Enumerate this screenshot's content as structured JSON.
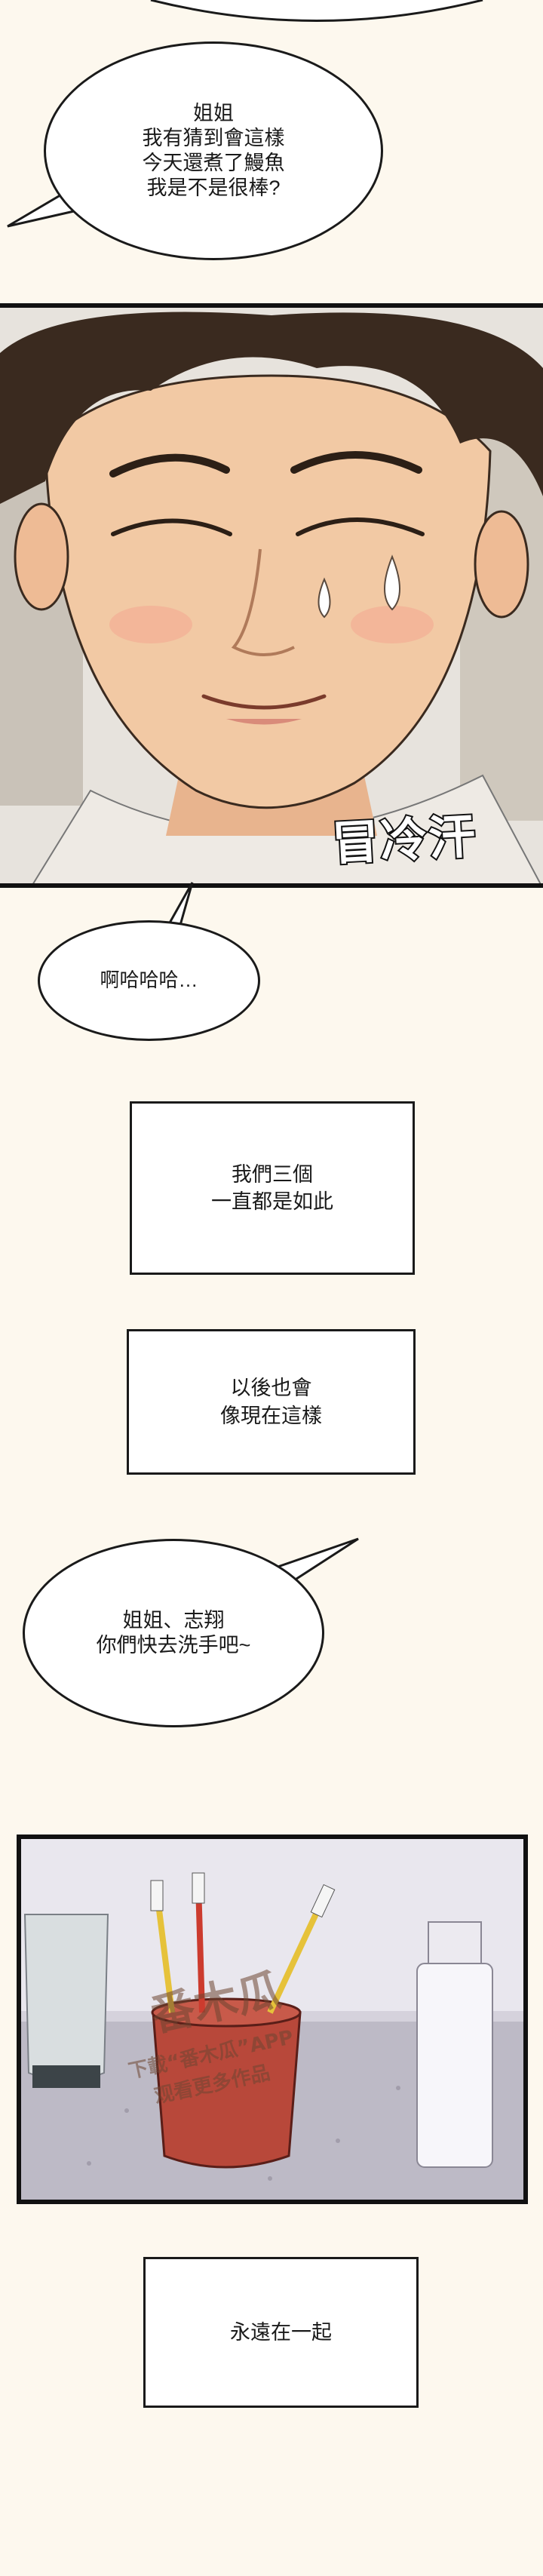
{
  "top_bubble": {
    "text": "姐姐\n我有猜到會這樣\n今天還煮了鰻魚\n我是不是很棒?"
  },
  "face_panel": {
    "sfx": "冒冷汗"
  },
  "laugh_bubble": {
    "text": "啊哈哈哈…"
  },
  "narration_1": {
    "text": "我們三個\n一直都是如此"
  },
  "narration_2": {
    "text": "以後也會\n像現在這樣"
  },
  "call_bubble": {
    "text": "姐姐、志翔\n你們快去洗手吧~"
  },
  "bath_panel": {
    "watermark_logo": "番木瓜",
    "watermark_line1": "下載“番木瓜”APP",
    "watermark_line2": "观看更多作品"
  },
  "narration_3": {
    "text": "永遠在一起"
  },
  "colors": {
    "background": "#fdf8ee",
    "ink": "#1a1a1a",
    "skin": "#f2c9a4",
    "hair": "#3a2a1f",
    "cup": "#b8483a"
  }
}
